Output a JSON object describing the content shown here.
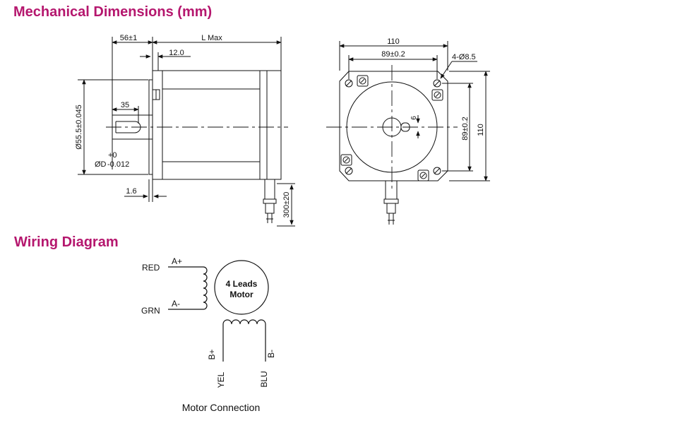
{
  "headings": {
    "mechanical": "Mechanical Dimensions (mm)",
    "wiring": "Wiring Diagram"
  },
  "side_view": {
    "shaft_offset": "56±1",
    "length": "L Max",
    "flange_offset": "12.0",
    "key_length": "35",
    "pilot_diameter": "Ø55.5±0.045",
    "shaft_tol_upper": "+0",
    "shaft_diameter": "ØD",
    "shaft_tol_lower": "-0.012",
    "flange_thickness": "1.6",
    "lead_length": "300±20"
  },
  "front_view": {
    "width": "110",
    "hole_spacing_h": "89±0.2",
    "mount_holes": "4-Ø8.5",
    "flat_depth": "6",
    "hole_spacing_v": "89±0.2",
    "height": "110"
  },
  "wiring": {
    "motor_line1": "4 Leads",
    "motor_line2": "Motor",
    "color_red": "RED",
    "label_a_plus": "A+",
    "color_grn": "GRN",
    "label_a_minus": "A-",
    "label_b_plus": "B+",
    "label_b_minus": "B-",
    "color_yel": "YEL",
    "color_blu": "BLU",
    "caption": "Motor Connection"
  },
  "colors": {
    "heading": "#b5176e",
    "line": "#111111"
  }
}
